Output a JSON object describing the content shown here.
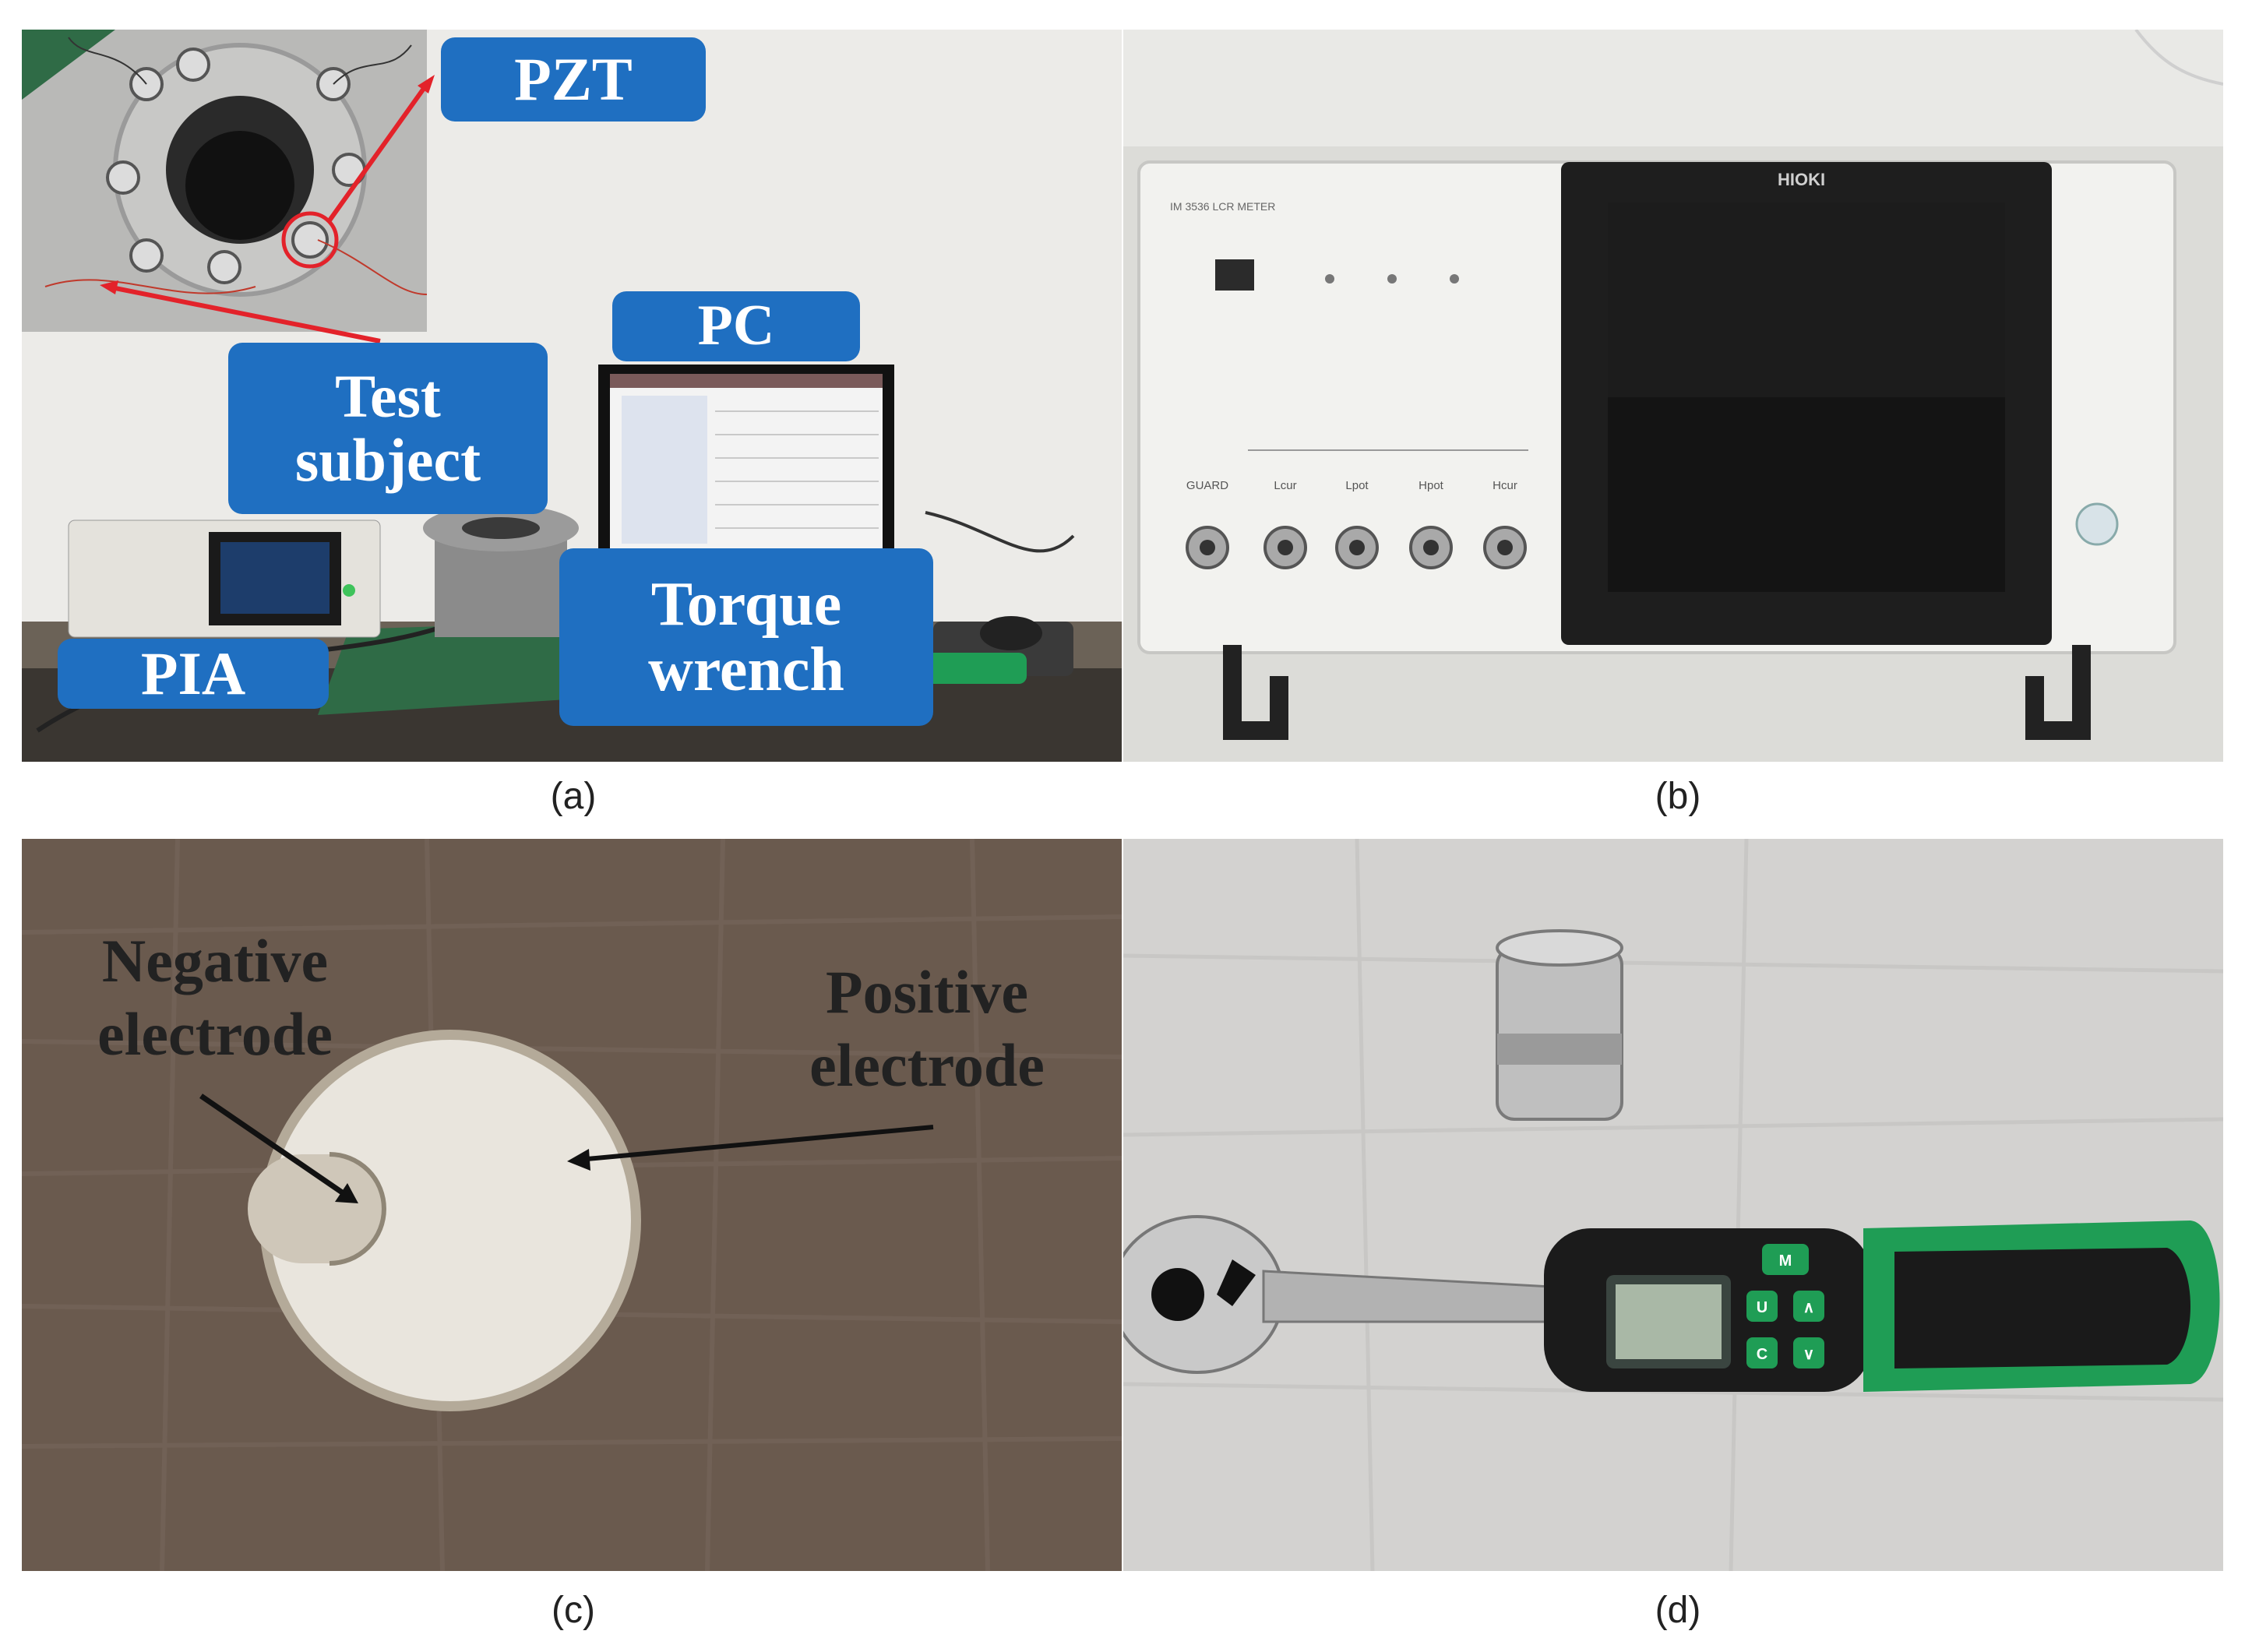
{
  "figure": {
    "panel_a": {
      "caption": "(a)",
      "labels": {
        "pzt": "PZT",
        "pc": "PC",
        "test_subject_line1": "Test",
        "test_subject_line2": "subject",
        "torque_line1": "Torque",
        "torque_line2": "wrench",
        "pia": "PIA"
      }
    },
    "panel_b": {
      "caption": "(b)",
      "brand": "HIOKI",
      "model": "IM 3536 LCR METER",
      "ports": [
        "GUARD",
        "Lcur",
        "Lpot",
        "Hpot",
        "Hcur"
      ]
    },
    "panel_c": {
      "caption": "(c)",
      "labels": {
        "negative_line1": "Negative",
        "negative_line2": "electrode",
        "positive_line1": "Positive",
        "positive_line2": "electrode"
      }
    },
    "panel_d": {
      "caption": "(d)",
      "keys": [
        "M",
        "U",
        "∧",
        "C",
        "∨"
      ]
    }
  },
  "colors": {
    "callout": "#1f6fc1",
    "wrench_green": "#1f9d55",
    "arrow_red": "#e3222a"
  }
}
